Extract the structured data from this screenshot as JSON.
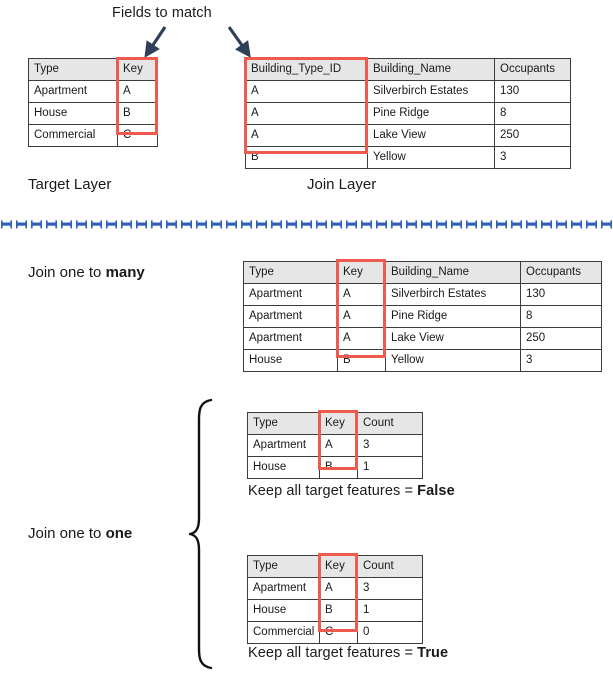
{
  "annotations": {
    "fields_to_match": "Fields to match",
    "target_layer": "Target Layer",
    "join_layer": "Join Layer",
    "join_one_to_many_prefix": "Join one to ",
    "join_one_to_many_emphasis": "many",
    "join_one_to_one_prefix": "Join one to ",
    "join_one_to_one_emphasis": "one",
    "keep_all_prefix": "Keep all target features = ",
    "keep_all_false": "False",
    "keep_all_true": "True"
  },
  "colors": {
    "highlight_red": "#ec5b4d",
    "arrow_navy": "#2f3f57",
    "divider_blue": "#2e5fba",
    "header_fill": "#e6e6e6",
    "border_gray": "#3c3c3c",
    "text": "#1a1a1a"
  },
  "target_table": {
    "headers": [
      "Type",
      "Key"
    ],
    "rows": [
      [
        "Apartment",
        "A"
      ],
      [
        "House",
        "B"
      ],
      [
        "Commercial",
        "C"
      ]
    ],
    "highlight_column": "Key"
  },
  "join_table": {
    "headers": [
      "Building_Type_ID",
      "Building_Name",
      "Occupants"
    ],
    "rows": [
      [
        "A",
        "Silverbirch Estates",
        "130"
      ],
      [
        "A",
        "Pine Ridge",
        "8"
      ],
      [
        "A",
        "Lake View",
        "250"
      ],
      [
        "B",
        "Yellow",
        "3"
      ]
    ],
    "highlight_column": "Building_Type_ID"
  },
  "one_to_many_table": {
    "headers": [
      "Type",
      "Key",
      "Building_Name",
      "Occupants"
    ],
    "rows": [
      [
        "Apartment",
        "A",
        "Silverbirch Estates",
        "130"
      ],
      [
        "Apartment",
        "A",
        "Pine Ridge",
        "8"
      ],
      [
        "Apartment",
        "A",
        "Lake View",
        "250"
      ],
      [
        "House",
        "B",
        "Yellow",
        "3"
      ]
    ],
    "highlight_column": "Key"
  },
  "one_to_one_false_table": {
    "headers": [
      "Type",
      "Key",
      "Count"
    ],
    "rows": [
      [
        "Apartment",
        "A",
        "3"
      ],
      [
        "House",
        "B",
        "1"
      ]
    ],
    "highlight_column": "Key"
  },
  "one_to_one_true_table": {
    "headers": [
      "Type",
      "Key",
      "Count"
    ],
    "rows": [
      [
        "Apartment",
        "A",
        "3"
      ],
      [
        "House",
        "B",
        "1"
      ],
      [
        "Commercial",
        "C",
        "0"
      ]
    ],
    "highlight_column": "Key"
  },
  "icons": {
    "arrow_left": "arrow-down-left-icon",
    "arrow_right": "arrow-down-right-icon",
    "brace": "curly-brace-icon",
    "divider": "dashed-divider-icon"
  }
}
